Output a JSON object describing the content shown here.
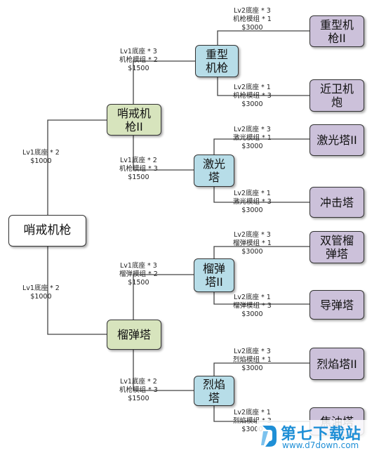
{
  "nodes": {
    "root": "哨戒机枪",
    "sentry2": "哨戒机枪II",
    "grenade": "榴弹塔",
    "heavy": "重型机枪",
    "laser": "激光塔",
    "grenade2": "榴弹塔II",
    "flame": "烈焰塔",
    "heavy2": "重型机枪II",
    "cannon": "近卫机炮",
    "laser2": "激光塔II",
    "shock": "冲击塔",
    "twin": "双管榴弹塔",
    "missile": "导弹塔",
    "flame2": "烈焰塔II",
    "fuel": "焦油塔"
  },
  "edges": {
    "root_sentry2": {
      "l1": "Lv1底座 * 2",
      "l2": "$1000"
    },
    "root_grenade": {
      "l1": "Lv1底座 * 2",
      "l2": "$1000"
    },
    "sentry2_heavy": {
      "l1": "Lv1底座 * 3",
      "l2": "机枪模组 * 2",
      "l3": "$1500"
    },
    "sentry2_laser": {
      "l1": "Lv1底座 * 2",
      "l2": "机枪模组 * 3",
      "l3": "$1500"
    },
    "grenade_grenade2": {
      "l1": "Lv1底座 * 3",
      "l2": "榴弹模组 * 2",
      "l3": "$1500"
    },
    "grenade_flame": {
      "l1": "Lv1底座 * 2",
      "l2": "机枪模组 * 3",
      "l3": "$1500"
    },
    "heavy_heavy2": {
      "l1": "Lv2底座 * 3",
      "l2": "机枪模组 * 1",
      "l3": "$3000"
    },
    "heavy_cannon": {
      "l1": "Lv2底座 * 1",
      "l2": "机枪模组 * 3",
      "l3": "$3000"
    },
    "laser_laser2": {
      "l1": "Lv2底座 * 3",
      "l2": "激光模组 * 1",
      "l3": "$3000"
    },
    "laser_shock": {
      "l1": "Lv2底座 * 1",
      "l2": "激光模组 * 3",
      "l3": "$3000"
    },
    "grenade2_twin": {
      "l1": "Lv2底座 * 3",
      "l2": "榴弹模组 * 1",
      "l3": "$3000"
    },
    "grenade2_missile": {
      "l1": "Lv2底座 * 1",
      "l2": "榴弹模组 * 3",
      "l3": "$3000"
    },
    "flame_flame2": {
      "l1": "Lv2底座 * 3",
      "l2": "烈焰模组 * 1",
      "l3": "$3000"
    },
    "flame_fuel": {
      "l1": "Lv2底座 * 1",
      "l2": "烈焰模组 * 3",
      "l3": "$3000"
    }
  },
  "watermark": {
    "title": "第七下载站",
    "url": "www.d7down.com"
  },
  "colors": {
    "root": "#ffffff",
    "tier1": "#d7e4bd",
    "tier2": "#b7dde8",
    "tier3": "#ccc1da",
    "watermark": "#1f8fd6"
  }
}
